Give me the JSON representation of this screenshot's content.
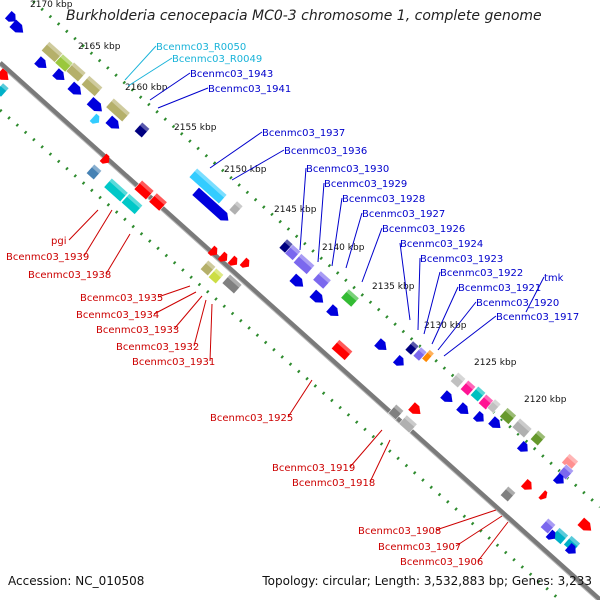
{
  "title": "Burkholderia cenocepacia MC0-3 chromosome 1, complete genome",
  "footer": {
    "accession": "Accession: NC_010508",
    "summary": "Topology: circular; Length: 3,532,883 bp; Genes: 3,233"
  },
  "colors": {
    "axis": "#7a7a7a",
    "tick_dots": "#2e8b2e",
    "tick_label": "#111111",
    "label_blue": "#0000cc",
    "label_cyan": "#19b3d9",
    "label_red": "#cc0000"
  },
  "ticks": [
    "2170 kbp",
    "2165 kbp",
    "2160 kbp",
    "2155 kbp",
    "2150 kbp",
    "2145 kbp",
    "2140 kbp",
    "2135 kbp",
    "2130 kbp",
    "2125 kbp",
    "2120 kbp"
  ],
  "labels_top": [
    {
      "text": "Bcenmc03_R0050",
      "kind": "cyan"
    },
    {
      "text": "Bcenmc03_R0049",
      "kind": "cyan"
    },
    {
      "text": "Bcenmc03_1943",
      "kind": "blue"
    },
    {
      "text": "Bcenmc03_1941",
      "kind": "blue"
    },
    {
      "text": "Bcenmc03_1937",
      "kind": "blue"
    },
    {
      "text": "Bcenmc03_1936",
      "kind": "blue"
    },
    {
      "text": "Bcenmc03_1930",
      "kind": "blue"
    },
    {
      "text": "Bcenmc03_1929",
      "kind": "blue"
    },
    {
      "text": "Bcenmc03_1928",
      "kind": "blue"
    },
    {
      "text": "Bcenmc03_1927",
      "kind": "blue"
    },
    {
      "text": "Bcenmc03_1926",
      "kind": "blue"
    },
    {
      "text": "Bcenmc03_1924",
      "kind": "blue"
    },
    {
      "text": "Bcenmc03_1923",
      "kind": "blue"
    },
    {
      "text": "Bcenmc03_1922",
      "kind": "blue"
    },
    {
      "text": "tmk",
      "kind": "blue"
    },
    {
      "text": "Bcenmc03_1921",
      "kind": "blue"
    },
    {
      "text": "Bcenmc03_1920",
      "kind": "blue"
    },
    {
      "text": "Bcenmc03_1917",
      "kind": "blue"
    }
  ],
  "labels_bottom": [
    {
      "text": "pgi",
      "kind": "red"
    },
    {
      "text": "Bcenmc03_1939",
      "kind": "red"
    },
    {
      "text": "Bcenmc03_1938",
      "kind": "red"
    },
    {
      "text": "Bcenmc03_1935",
      "kind": "red"
    },
    {
      "text": "Bcenmc03_1934",
      "kind": "red"
    },
    {
      "text": "Bcenmc03_1933",
      "kind": "red"
    },
    {
      "text": "Bcenmc03_1932",
      "kind": "red"
    },
    {
      "text": "Bcenmc03_1931",
      "kind": "red"
    },
    {
      "text": "Bcenmc03_1925",
      "kind": "red"
    },
    {
      "text": "Bcenmc03_1919",
      "kind": "red"
    },
    {
      "text": "Bcenmc03_1918",
      "kind": "red"
    },
    {
      "text": "Bcenmc03_1908",
      "kind": "red"
    },
    {
      "text": "Bcenmc03_1907",
      "kind": "red"
    },
    {
      "text": "Bcenmc03_1906",
      "kind": "red"
    }
  ]
}
